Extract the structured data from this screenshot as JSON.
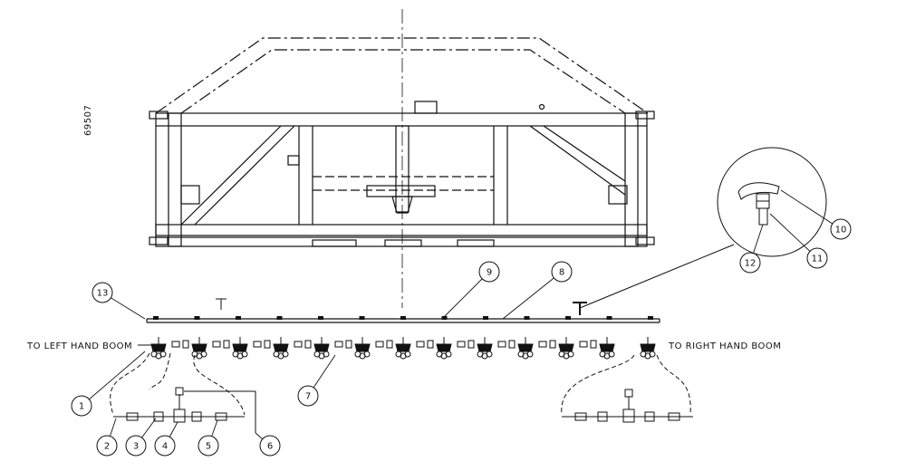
{
  "drawing": {
    "figure_number": "69507",
    "left_boom_label": "TO LEFT HAND BOOM",
    "right_boom_label": "TO RIGHT HAND BOOM",
    "callouts": [
      "1",
      "2",
      "3",
      "4",
      "5",
      "6",
      "7",
      "8",
      "9",
      "10",
      "11",
      "12",
      "13"
    ]
  }
}
